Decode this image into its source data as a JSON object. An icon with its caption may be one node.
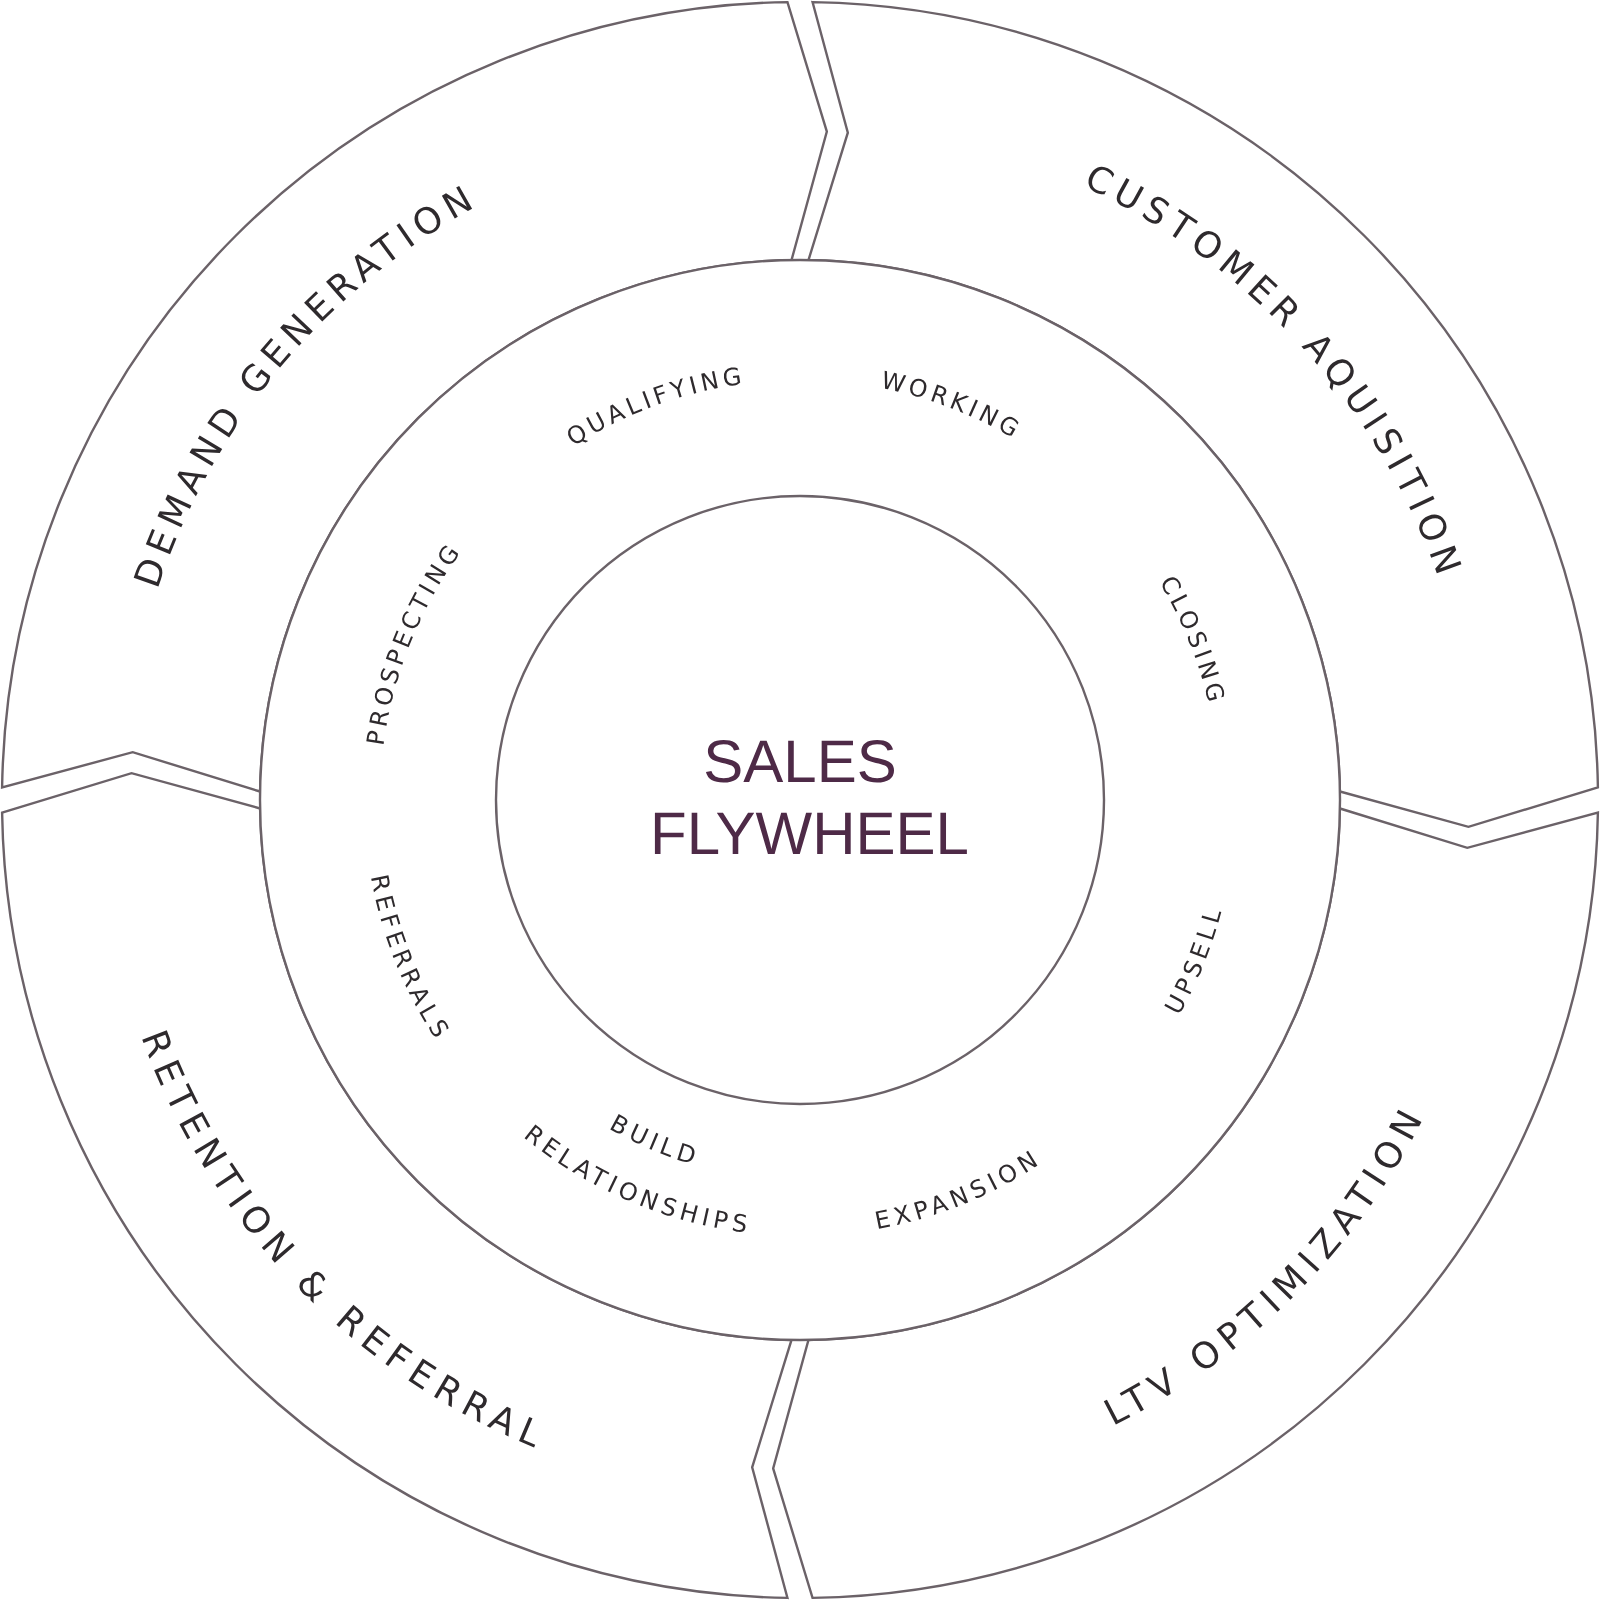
{
  "diagram": {
    "nodes": [
      {
        "text": [
          "DEMAND GENERATION"
        ]
      },
      {
        "text": [
          "CUSTOMER AQUISITION"
        ]
      },
      {
        "text": [
          "LTV OPTIMIZATION"
        ]
      },
      {
        "text": [
          "RETENTION & REFERRAL"
        ]
      },
      {
        "text": [
          "PROSPECTING",
          "QUALIFYING",
          "WORKING",
          "CLOSING",
          "UPSELL",
          "EXPANSION",
          "BUILD RELATIONSHIPS",
          "REFERRALS"
        ]
      },
      {
        "text": [
          "SALES FLYWHEEL"
        ],
        "in": 4
      }
    ]
  }
}
